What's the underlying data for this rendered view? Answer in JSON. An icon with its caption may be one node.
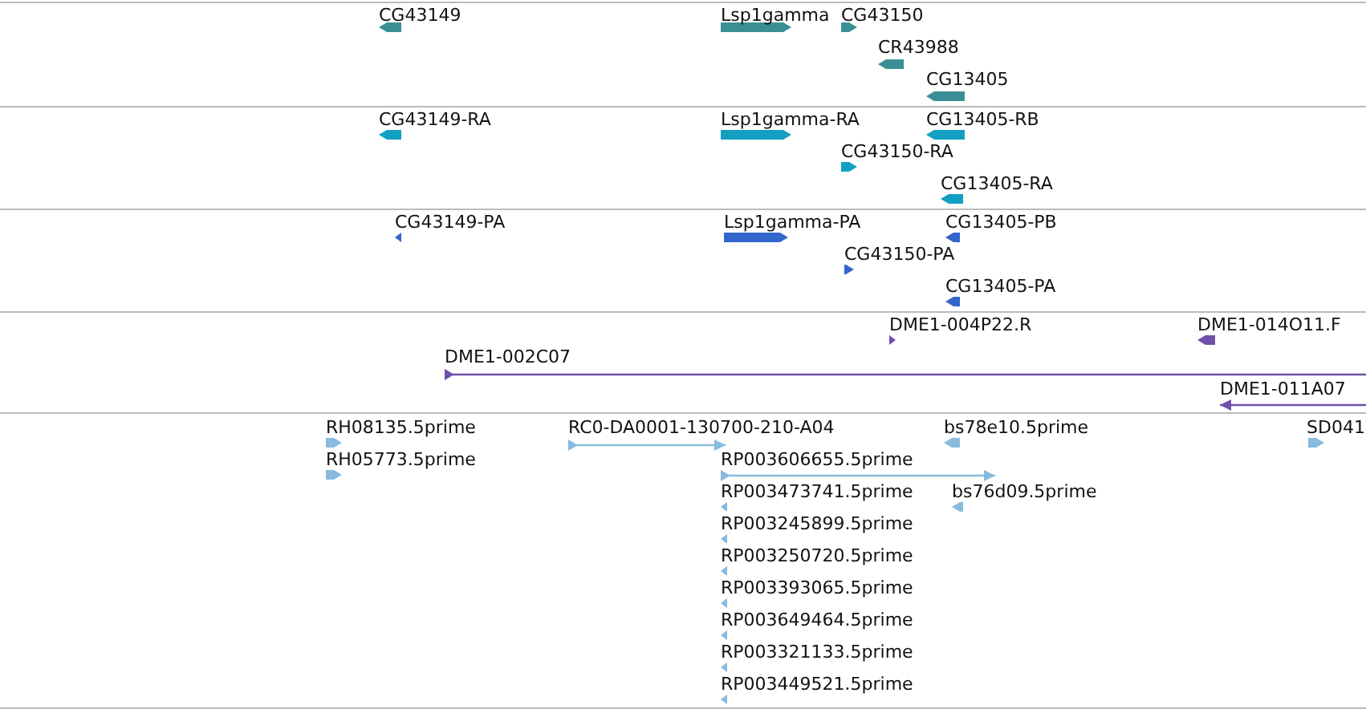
{
  "diagram": {
    "labels": [
      "CG43149",
      "Lsp1gamma",
      "CG43150",
      "CR43988",
      "CG13405",
      "CG43149-RA",
      "Lsp1gamma-RA",
      "CG13405-RB",
      "CG43150-RA",
      "CG13405-RA",
      "CG43149-PA",
      "Lsp1gamma-PA",
      "CG13405-PB",
      "CG43150-PA",
      "CG13405-PA",
      "DME1-004P22.R",
      "DME1-014O11.F",
      "DME1-002C07",
      "DME1-011A07",
      "RH08135.5prime",
      "RC0-DA0001-130700-210-A04",
      "bs78e10.5prime",
      "SD041",
      "RH05773.5prime",
      "RP003606655.5prime",
      "RP003473741.5prime",
      "bs76d09.5prime",
      "RP003245899.5prime",
      "RP003250720.5prime",
      "RP003393065.5prime",
      "RP003649464.5prime",
      "RP003321133.5prime",
      "RP003449521.5prime"
    ]
  }
}
